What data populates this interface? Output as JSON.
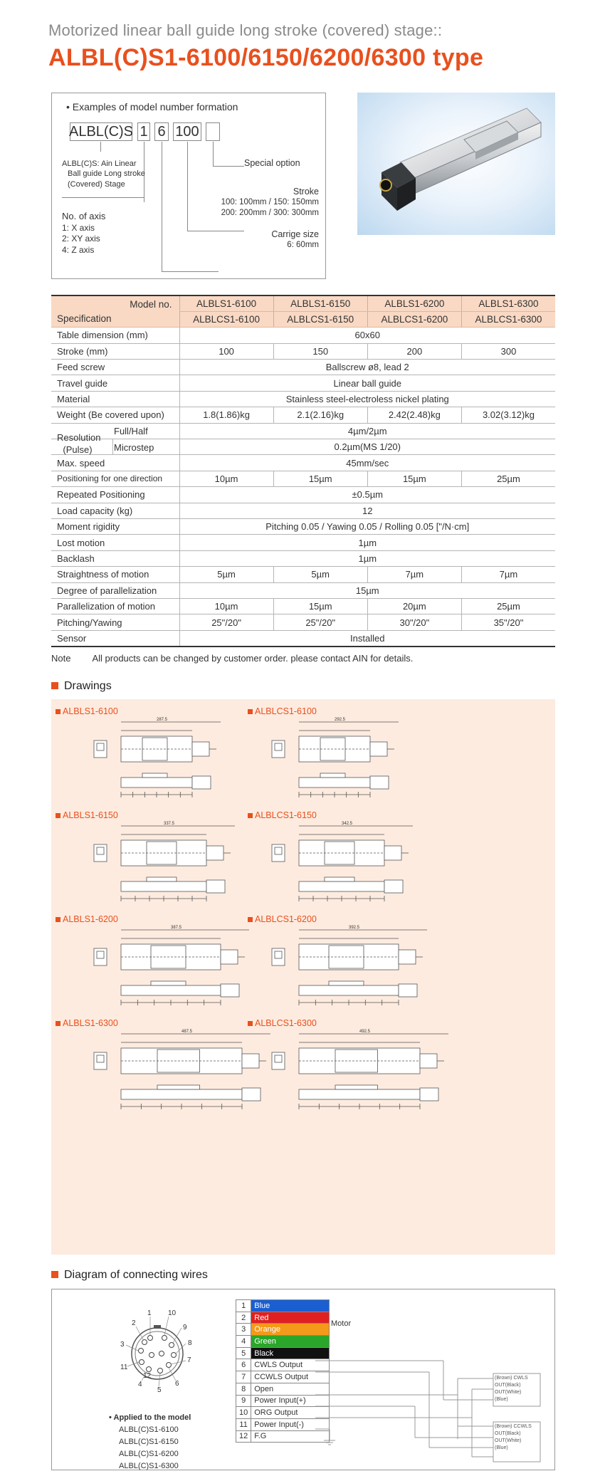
{
  "header": {
    "subtitle": "Motorized linear ball guide long stroke (covered) stage::",
    "title": "ALBL(C)S1-6100/6150/6200/6300 type"
  },
  "model_format": {
    "heading": "Examples of model number formation",
    "boxes": [
      "ALBL(C)S",
      "1",
      "6",
      "100",
      ""
    ],
    "series_desc": [
      "ALBL(C)S: Ain Linear",
      "Ball guide Long stroke",
      "(Covered) Stage"
    ],
    "axis_title": "No. of axis",
    "axis_items": [
      "1: X axis",
      "2: XY axis",
      "4: Z axis"
    ],
    "special_option": "Special option",
    "stroke_title": "Stroke",
    "stroke_items": [
      "100: 100mm / 150: 150mm",
      "200: 200mm / 300: 300mm"
    ],
    "carriage_title": "Carrige size",
    "carriage_items": [
      "6: 60mm"
    ]
  },
  "spec": {
    "model_label": "Model no.",
    "spec_label": "Specification",
    "models_top": [
      "ALBLS1-6100",
      "ALBLS1-6150",
      "ALBLS1-6200",
      "ALBLS1-6300"
    ],
    "models_bottom": [
      "ALBLCS1-6100",
      "ALBLCS1-6150",
      "ALBLCS1-6200",
      "ALBLCS1-6300"
    ],
    "rows": {
      "table_dim": [
        "Table dimension (mm)",
        "60x60"
      ],
      "stroke": [
        "Stroke (mm)",
        "100",
        "150",
        "200",
        "300"
      ],
      "feed": [
        "Feed screw",
        "Ballscrew ø8, lead 2"
      ],
      "guide": [
        "Travel guide",
        "Linear ball guide"
      ],
      "material": [
        "Material",
        "Stainless steel-electroless nickel plating"
      ],
      "weight": [
        "Weight (Be covered upon)",
        "1.8(1.86)kg",
        "2.1(2.16)kg",
        "2.42(2.48)kg",
        "3.02(3.12)kg"
      ],
      "res_label": "Resolution\n(Pulse)",
      "res_full": [
        "Full/Half",
        "4µm/2µm"
      ],
      "res_micro": [
        "Microstep",
        "0.2µm(MS 1/20)"
      ],
      "speed": [
        "Max. speed",
        "45mm/sec"
      ],
      "pos_one": [
        "Positioning for one direction",
        "10µm",
        "15µm",
        "15µm",
        "25µm"
      ],
      "repeat": [
        "Repeated Positioning",
        "±0.5µm"
      ],
      "load": [
        "Load capacity (kg)",
        "12"
      ],
      "moment": [
        "Moment rigidity",
        "Pitching 0.05 / Yawing 0.05 / Rolling 0.05 [\"/N·cm]"
      ],
      "lost": [
        "Lost motion",
        "1µm"
      ],
      "backlash": [
        "Backlash",
        "1µm"
      ],
      "straight": [
        "Straightness of motion",
        "5µm",
        "5µm",
        "7µm",
        "7µm"
      ],
      "degree_par": [
        "Degree of parallelization",
        "15µm"
      ],
      "parallel": [
        "Parallelization of motion",
        "10µm",
        "15µm",
        "20µm",
        "25µm"
      ],
      "pitch": [
        "Pitching/Yawing",
        "25\"/20\"",
        "25\"/20\"",
        "30\"/20\"",
        "35\"/20\""
      ],
      "sensor": [
        "Sensor",
        "Installed"
      ]
    }
  },
  "note": {
    "label": "Note",
    "text": "All products can be changed by customer order. please contact AIN for details."
  },
  "drawings": {
    "title": "Drawings",
    "labels": [
      "ALBLS1-6100",
      "ALBLCS1-6100",
      "ALBLS1-6150",
      "ALBLCS1-6150",
      "ALBLS1-6200",
      "ALBLCS1-6200",
      "ALBLS1-6300",
      "ALBLCS1-6300"
    ],
    "dims": {
      "6100": "287.5",
      "c6100": "292.5",
      "6150": "337.5",
      "c6150": "342.5",
      "6200": "387.5",
      "c6200": "392.5",
      "6300": "487.5",
      "c6300": "492.5"
    }
  },
  "wires": {
    "title": "Diagram of connecting wires",
    "applied_title": "Applied to the model",
    "applied": [
      "ALBL(C)S1-6100",
      "ALBL(C)S1-6150",
      "ALBL(C)S1-6200",
      "ALBL(C)S1-6300"
    ],
    "pins": [
      "1",
      "2",
      "3",
      "4",
      "5",
      "6",
      "7",
      "8",
      "9",
      "10",
      "11",
      "12"
    ],
    "signals": [
      "Blue",
      "Red",
      "Orange",
      "Green",
      "Black",
      "CWLS Output",
      "CCWLS Output",
      "Open",
      "Power Input(+)",
      "ORG Output",
      "Power Input(-)",
      "F.G"
    ],
    "signal_colors": [
      "#1a5fd1",
      "#e02020",
      "#f39a1a",
      "#2aa62a",
      "#111111",
      "",
      "",
      "",
      "",
      "",
      "",
      ""
    ],
    "motor_label": "Motor",
    "sensor1": [
      "(Brown)",
      "CWLS",
      "OUT(Black)",
      "OUT(White)",
      "(Blue)"
    ],
    "sensor2": [
      "(Brown)",
      "CCWLS",
      "OUT(Black)",
      "OUT(White)",
      "(Blue)"
    ]
  }
}
